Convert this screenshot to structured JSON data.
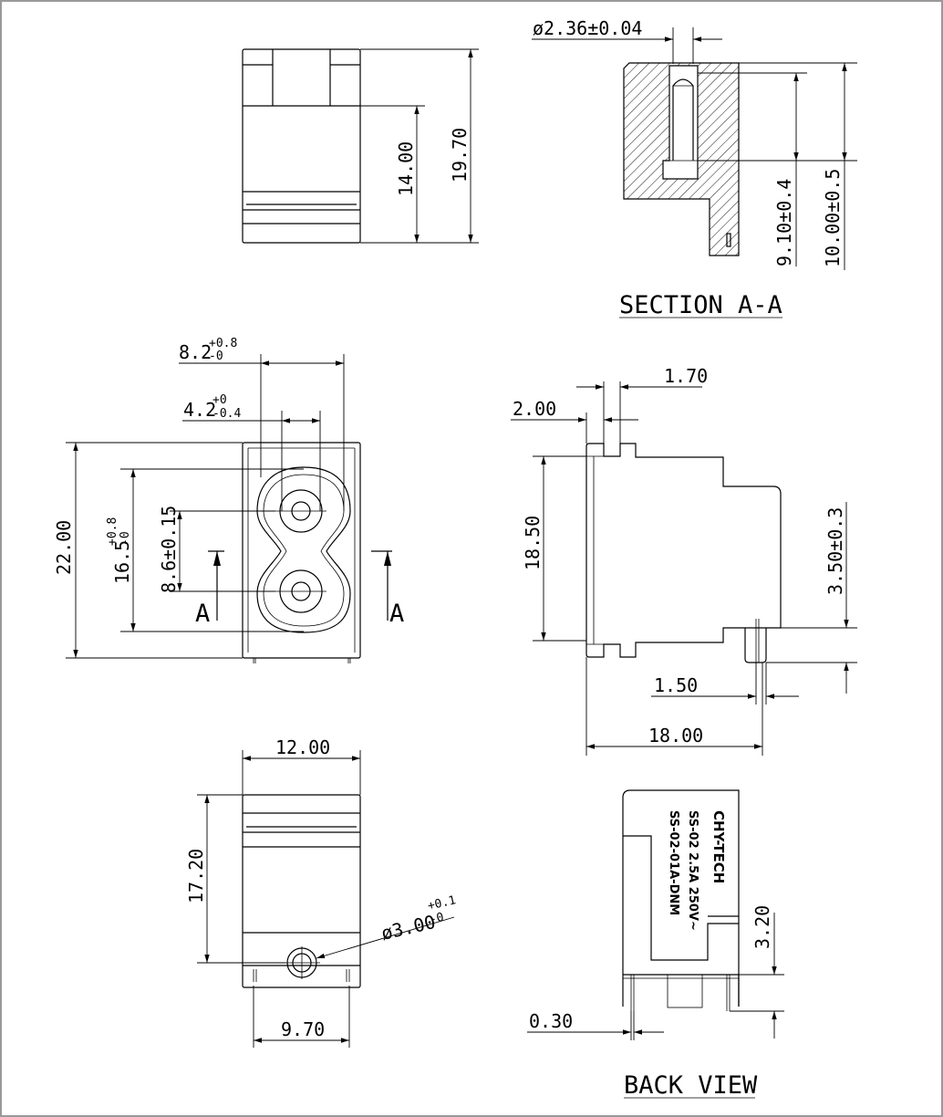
{
  "dimensions": {
    "top_view_height_inner": "14.00",
    "top_view_height_outer": "19.70",
    "pin_diameter": "ø2.36±0.04",
    "section_depth_inner": "9.10±0.4",
    "section_depth_outer": "10.00±0.5",
    "front_width_outer_base": "8.2",
    "front_width_outer_tol_plus": "+0.8",
    "front_width_outer_tol_minus": "-0",
    "front_width_inner_base": "4.2",
    "front_width_inner_tol_plus": "+0",
    "front_width_inner_tol_minus": "-0.4",
    "front_height_total": "22.00",
    "front_height_cavity_base": "16.5",
    "front_height_cavity_tol_plus": "+0.8",
    "front_height_cavity_tol_minus": "-0",
    "pin_pitch": "8.6±0.15",
    "side_flange": "2.00",
    "side_notch": "1.70",
    "side_height": "18.50",
    "side_pin_offset": "3.50±0.3",
    "side_pin_width": "1.50",
    "side_length": "18.00",
    "bottom_width": "12.00",
    "bottom_height": "17.20",
    "hole_diameter_base": "ø3.00",
    "hole_diameter_tol_plus": "+0.1",
    "hole_diameter_tol_minus": "-0",
    "bottom_pin_spacing": "9.70",
    "back_pin_length": "3.20",
    "back_pin_thickness": "0.30"
  },
  "labels": {
    "section_title": "SECTION A-A",
    "back_view_title": "BACK VIEW",
    "section_mark_left": "A",
    "section_mark_right": "A"
  },
  "back_marking": {
    "brand": "CHY-TECH",
    "line1": "SS-02  2.5A  250V~",
    "line2": "SS-02-01A-DNM"
  }
}
